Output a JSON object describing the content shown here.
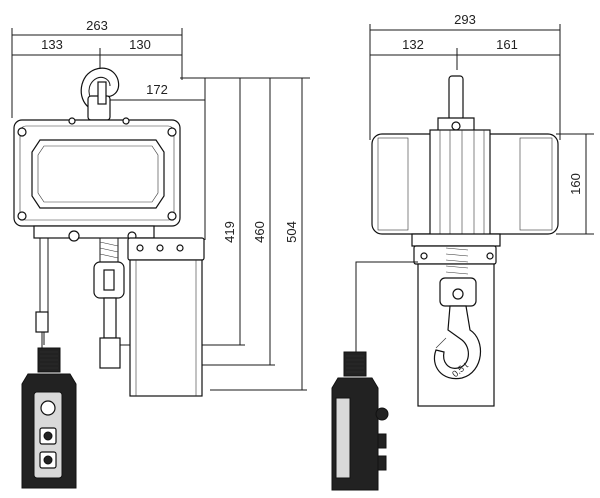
{
  "dimensions": {
    "front_width_total": "263",
    "front_width_left": "133",
    "front_width_right": "130",
    "front_hook_offset": "172",
    "front_height_1": "419",
    "front_height_2": "460",
    "front_height_3": "504",
    "side_width_total": "293",
    "side_width_left": "132",
    "side_width_right": "161",
    "side_body_height": "160"
  },
  "labels": {
    "hook_capacity": "0.5 t"
  },
  "colors": {
    "line": "#1a1a1a",
    "pendant_dark": "#222222",
    "fill_light": "#d9d9d9"
  }
}
